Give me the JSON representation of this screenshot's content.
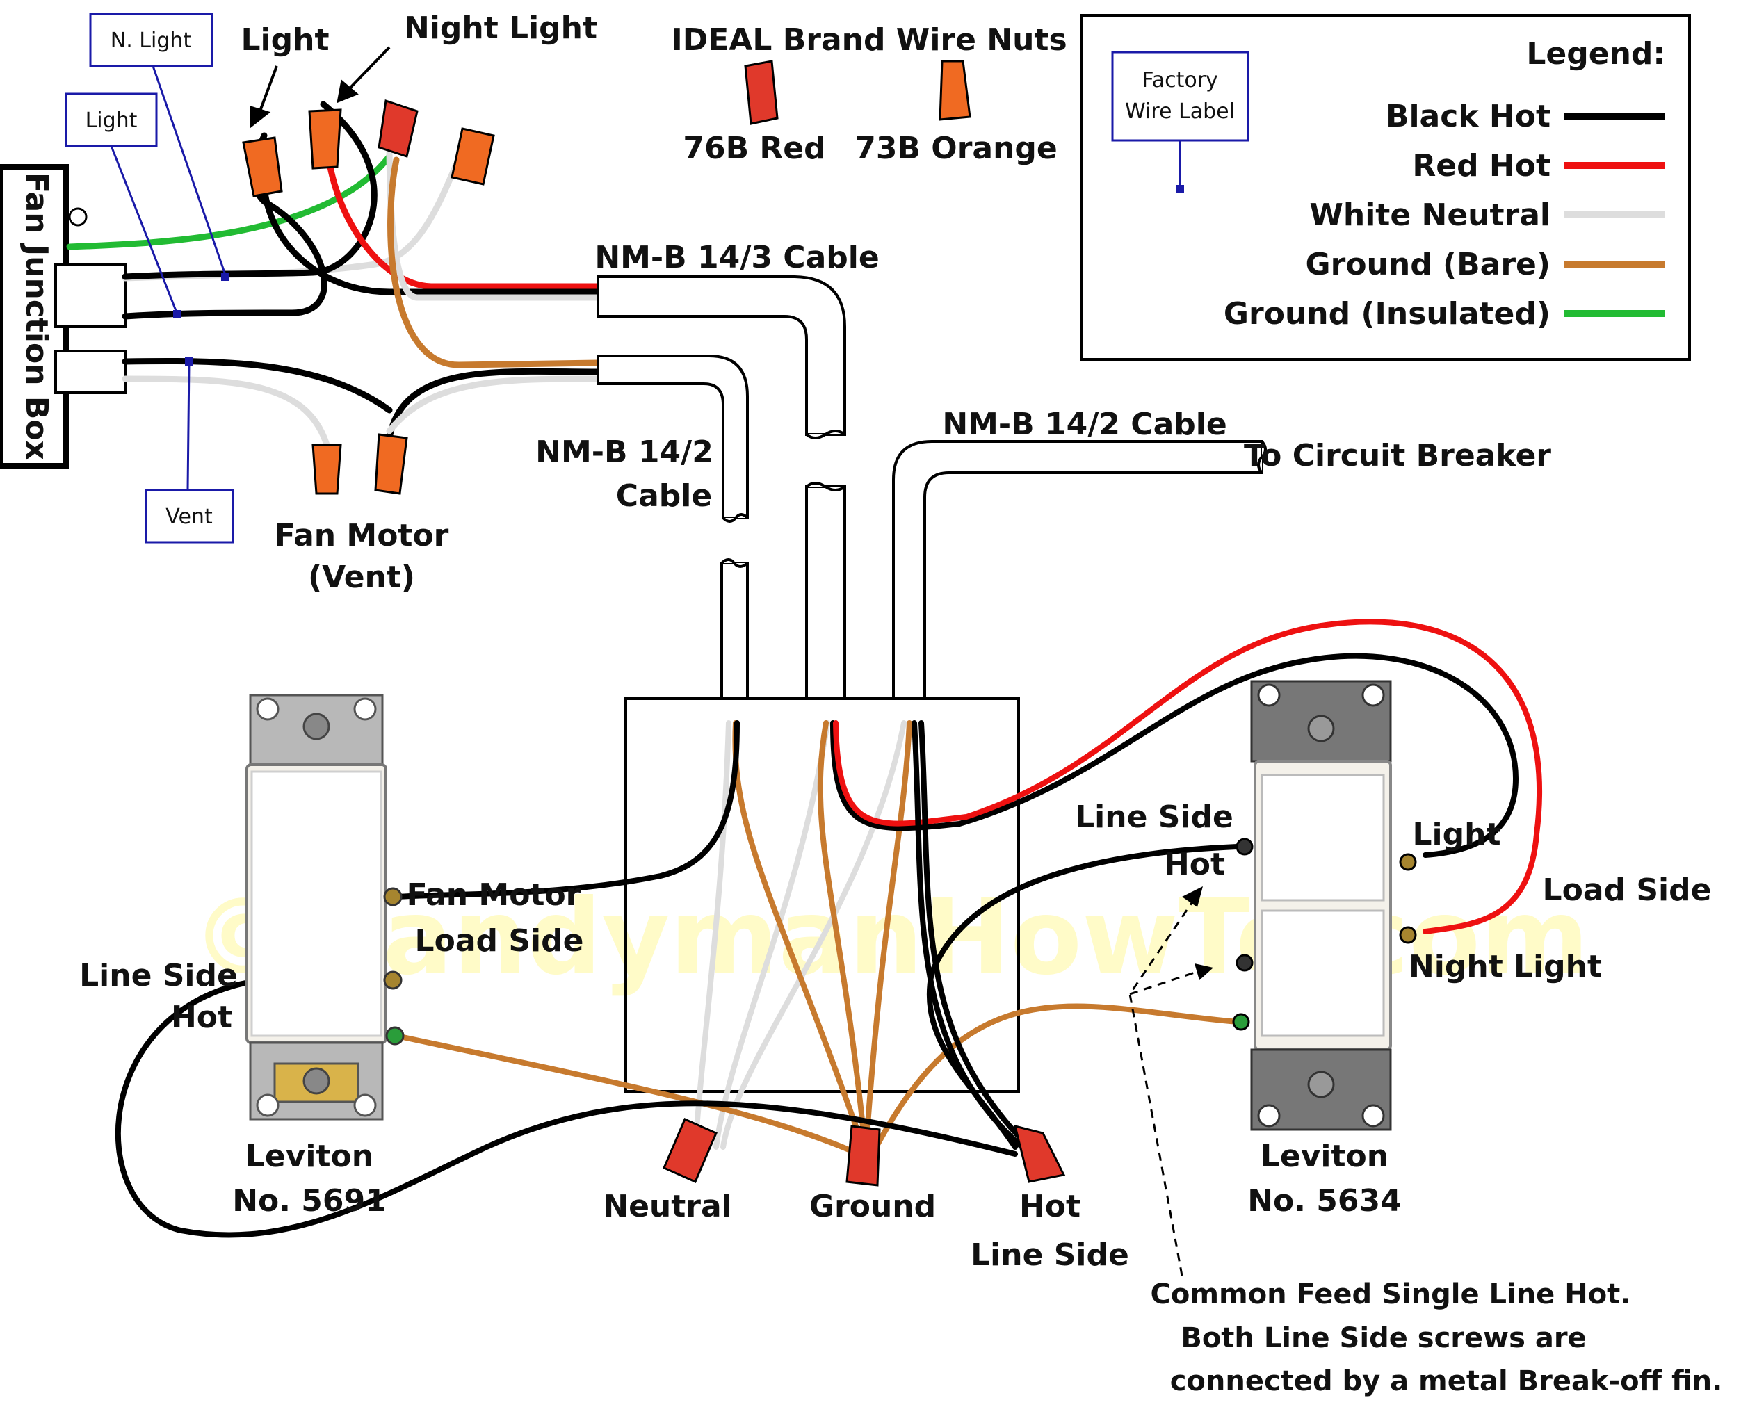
{
  "junction_box_label": "Fan Junction Box",
  "wire_nuts_heading": "IDEAL Brand Wire Nuts",
  "wire_nuts": [
    {
      "label": "76B Red",
      "color": "#e0392b"
    },
    {
      "label": "73B Orange",
      "color": "#f06a22"
    }
  ],
  "legend": {
    "title": "Legend:",
    "factory_label": [
      "Factory",
      "Wire Label"
    ],
    "items": [
      {
        "label": "Black Hot",
        "color": "#000000"
      },
      {
        "label": "Red Hot",
        "color": "#ee1111"
      },
      {
        "label": "White Neutral",
        "color": "#dddddd"
      },
      {
        "label": "Ground (Bare)",
        "color": "#c77a2e"
      },
      {
        "label": "Ground (Insulated)",
        "color": "#22bb33"
      }
    ]
  },
  "tags": {
    "n_light": "N. Light",
    "light": "Light",
    "vent": "Vent"
  },
  "labels": {
    "light": "Light",
    "night_light": "Night Light",
    "fan_motor_vent": [
      "Fan Motor",
      "(Vent)"
    ],
    "cable_14_3": "NM-B 14/3 Cable",
    "cable_14_2_left": [
      "NM-B 14/2",
      "Cable"
    ],
    "cable_14_2_right": "NM-B 14/2 Cable",
    "to_breaker": "To Circuit Breaker",
    "fan_motor_load": [
      "Fan Motor",
      "Load Side"
    ],
    "line_side_hot_left": [
      "Line Side",
      "Hot"
    ],
    "line_side_hot_right": [
      "Line Side",
      "Hot"
    ],
    "right_light": "Light",
    "load_side": "Load Side",
    "right_night_light": "Night Light",
    "leviton_left": [
      "Leviton",
      "No. 5691"
    ],
    "leviton_right": [
      "Leviton",
      "No. 5634"
    ],
    "neutral": "Neutral",
    "ground": "Ground",
    "hot_line_side": [
      "Hot",
      "Line Side"
    ],
    "note": [
      "Common Feed Single Line Hot.",
      "Both Line Side screws are",
      "connected by a metal Break-off fin."
    ]
  },
  "watermark": "©HandymanHowTo.com"
}
